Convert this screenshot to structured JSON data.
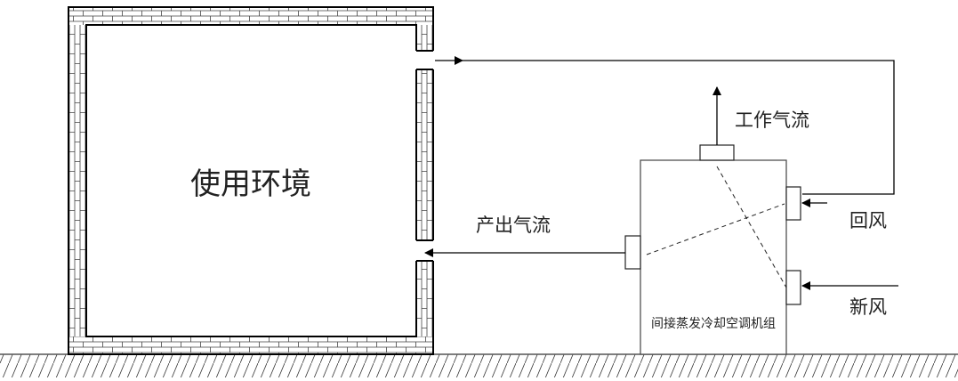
{
  "labels": {
    "room": "使用环境",
    "working_airflow": "工作气流",
    "output_airflow": "产出气流",
    "return_air": "回风",
    "fresh_air": "新风",
    "unit": "间接蒸发冷却空调机组"
  },
  "colors": {
    "line": "#111111",
    "brick": "#555555"
  }
}
